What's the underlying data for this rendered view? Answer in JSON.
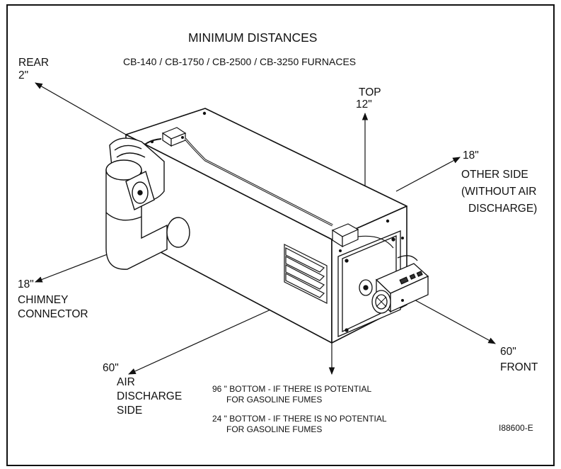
{
  "title": "MINIMUM DISTANCES",
  "subtitle": "CB-140 / CB-1750 / CB-2500 / CB-3250 FURNACES",
  "rear": {
    "name": "REAR",
    "distance": "2\""
  },
  "top": {
    "name": "TOP",
    "distance": "12\""
  },
  "other_side": {
    "distance": "18\"",
    "line1": "OTHER SIDE",
    "line2": "(WITHOUT AIR",
    "line3": "DISCHARGE)"
  },
  "chimney": {
    "distance": "18\"",
    "line1": "CHIMNEY",
    "line2": "CONNECTOR"
  },
  "air_discharge": {
    "distance": "60\"",
    "line1": "AIR",
    "line2": "DISCHARGE",
    "line3": "SIDE"
  },
  "front": {
    "distance": "60\"",
    "name": "FRONT"
  },
  "bottom_notes": [
    {
      "line1": "96 \" BOTTOM - IF THERE IS POTENTIAL",
      "line2": "FOR GASOLINE FUMES"
    },
    {
      "line1": "24 \" BOTTOM - IF THERE IS NO POTENTIAL",
      "line2": "FOR GASOLINE FUMES"
    }
  ],
  "figure_id": "I88600-E",
  "colors": {
    "line": "#111111",
    "background": "#ffffff"
  }
}
